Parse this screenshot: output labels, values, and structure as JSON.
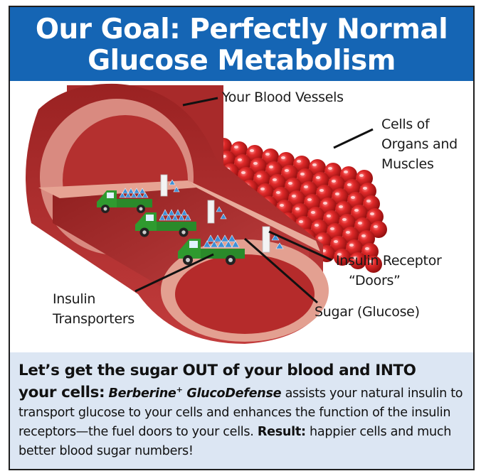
{
  "header": {
    "title_line1": "Our Goal: Perfectly Normal",
    "title_line2": "Glucose Metabolism"
  },
  "labels": {
    "blood_vessels": "Your Blood Vessels",
    "cells_line1": "Cells of",
    "cells_line2": "Organs and",
    "cells_line3": "Muscles",
    "receptor_line1": "Insulin Receptor",
    "receptor_line2": "“Doors”",
    "transporters_line1": "Insulin",
    "transporters_line2": "Transporters",
    "sugar": "Sugar (Glucose)"
  },
  "footer": {
    "headline_part1": "Let’s get the sugar OUT of your blood and INTO",
    "headline_part2": "your cells:",
    "brand_name": "Berberine",
    "brand_sup": "+",
    "brand_name2": "GlucoDefense",
    "body_text": "assists your natural insulin to transport glucose to your cells and enhances the function of the insulin receptors—the fuel doors to your cells.",
    "result_label": "Result:",
    "result_text": "happier cells and much better blood sugar numbers!"
  },
  "colors": {
    "header_bg": "#1565b4",
    "vessel_red": "#b83232",
    "cell_red": "#d41b1b",
    "truck_green": "#2a8a2a",
    "glucose_blue": "#3f8fd6",
    "footer_bg": "#dce6f3"
  }
}
